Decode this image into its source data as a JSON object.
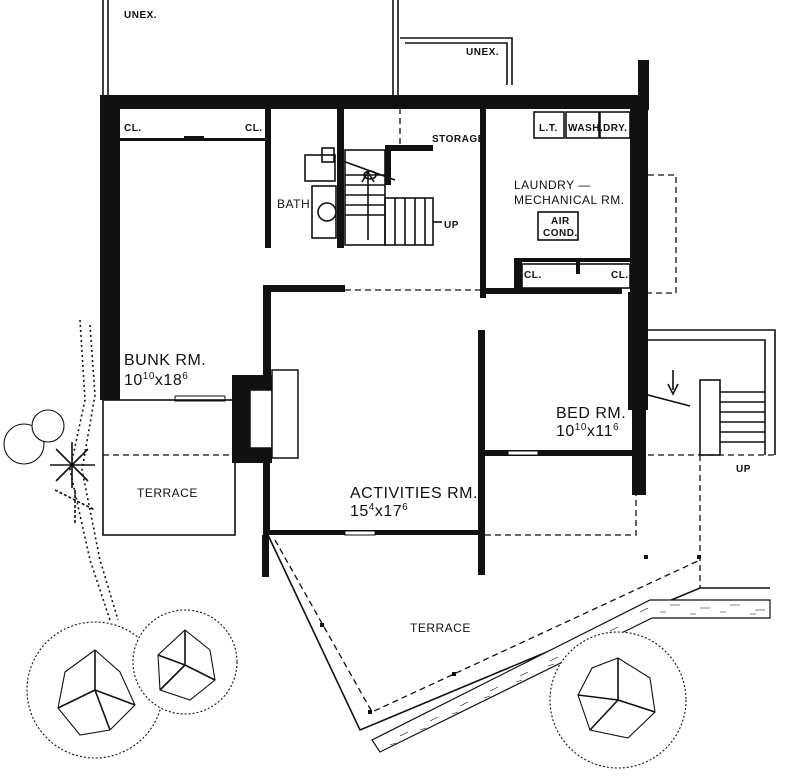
{
  "labels": {
    "unex_top_left": "UNEX.",
    "unex_top_right": "UNEX.",
    "storage": "STORAGE",
    "closet_1": "CL.",
    "closet_2": "CL.",
    "closet_3": "CL.",
    "closet_4": "CL.",
    "bath": "BATH",
    "stair_up_1": "UP",
    "stair_up_2": "UP",
    "laundry_tub": "L.T.",
    "washer": "WASH.",
    "dryer": "DRY.",
    "laundry_line1": "LAUNDRY —",
    "laundry_line2": "MECHANICAL RM.",
    "air_cond_line1": "AIR",
    "air_cond_line2": "COND.",
    "bunk_rm": "BUNK RM.",
    "bunk_dim_a": "10",
    "bunk_dim_a_sup": "10",
    "bunk_dim_x": "x",
    "bunk_dim_b": "18",
    "bunk_dim_b_sup": "6",
    "bed_rm": "BED RM.",
    "bed_dim_a": "10",
    "bed_dim_a_sup": "10",
    "bed_dim_x": "x",
    "bed_dim_b": "11",
    "bed_dim_b_sup": "6",
    "activities_rm": "ACTIVITIES RM.",
    "act_dim_a": "15",
    "act_dim_a_sup": "4",
    "act_dim_x": "x",
    "act_dim_b": "17",
    "act_dim_b_sup": "6",
    "terrace_left": "TERRACE",
    "terrace_bottom": "TERRACE"
  }
}
